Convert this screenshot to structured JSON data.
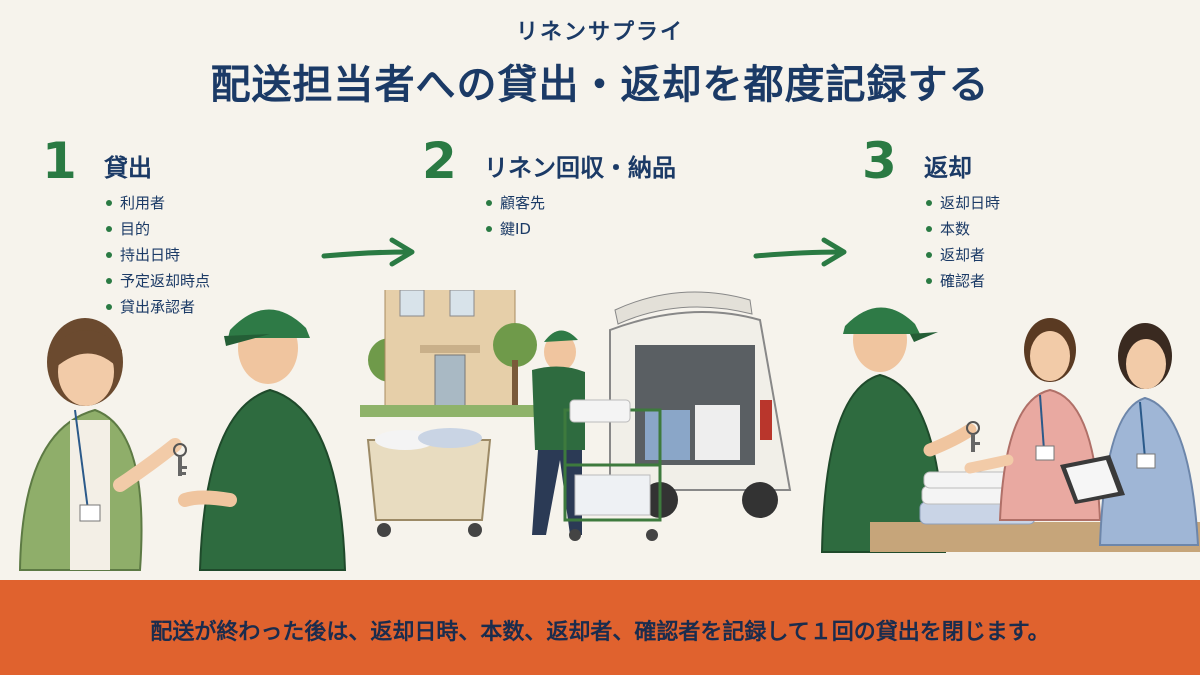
{
  "header": {
    "brand": "リネンサプライ",
    "title": "配送担当者への貸出・返却を都度記録する"
  },
  "steps": [
    {
      "number": "1",
      "title": "貸出",
      "items": [
        "利用者",
        "目的",
        "持出日時",
        "予定返却時点",
        "貸出承認者"
      ]
    },
    {
      "number": "2",
      "title": "リネン回収・納品",
      "items": [
        "顧客先",
        "鍵ID"
      ]
    },
    {
      "number": "3",
      "title": "返却",
      "items": [
        "返却日時",
        "本数",
        "返却者",
        "確認者"
      ]
    }
  ],
  "footer": {
    "text": "配送が終わった後は、返却日時、本数、返却者、確認者を記録して１回の貸出を閉じます。"
  },
  "colors": {
    "accent_green": "#2a7a43",
    "navy": "#1b3a66",
    "footer_orange": "#e0622e",
    "background": "#f6f3ec"
  }
}
